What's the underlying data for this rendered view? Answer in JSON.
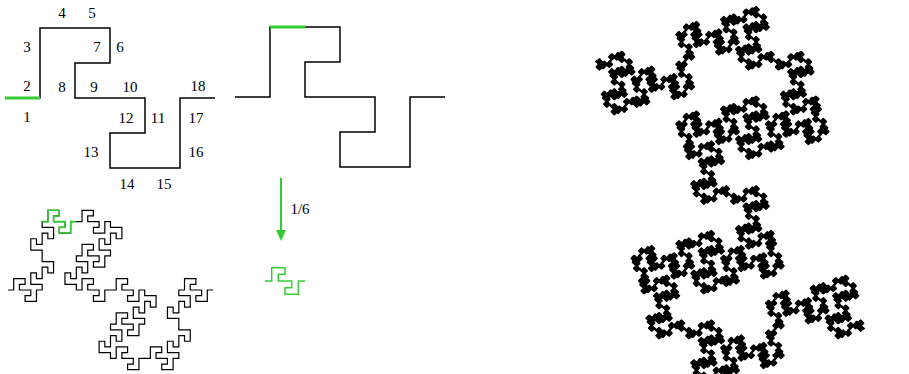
{
  "diagram": {
    "labels": [
      "1",
      "2",
      "3",
      "4",
      "5",
      "6",
      "7",
      "8",
      "9",
      "10",
      "11",
      "12",
      "13",
      "14",
      "15",
      "16",
      "17",
      "18",
      "1/6"
    ]
  }
}
